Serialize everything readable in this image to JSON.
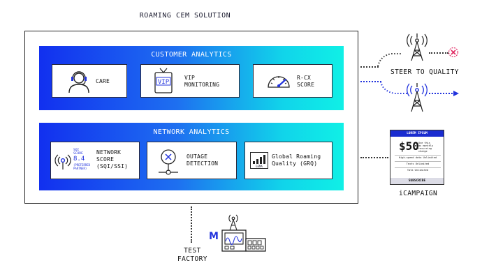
{
  "title": "ROAMING CEM SOLUTION",
  "customer_analytics": {
    "title": "CUSTOMER ANALYTICS",
    "items": [
      {
        "label": "CARE",
        "icon": "agent-headset-icon"
      },
      {
        "label": "VIP\nMONITORING",
        "icon": "vip-badge-icon",
        "badge": "VIP"
      },
      {
        "label": "R-CX\nSCORE",
        "icon": "speedometer-icon"
      }
    ]
  },
  "network_analytics": {
    "title": "NETWORK ANALYTICS",
    "items": [
      {
        "label": "NETWORK\nSCORE\n(SQI/SSI)",
        "icon": "signal-score-icon",
        "mini": {
          "line1": "SQI",
          "line2": "SCORE",
          "value": "8.4",
          "line3": "(PREFERRED\nPARTNER)"
        }
      },
      {
        "label": "OUTAGE\nDETECTION",
        "icon": "outage-x-icon"
      },
      {
        "label": "Global Roaming\nQuality (GRQ)",
        "icon": "gsma-logo-icon",
        "logo_text": "GSMA"
      }
    ]
  },
  "steer": {
    "label": "STEER TO QUALITY"
  },
  "campaign": {
    "label": "iCAMPAIGN",
    "card": {
      "header": "LOREM IPSUM",
      "price": "$50",
      "price_note": "Use this\nas monthly\nrecurring\ncharge",
      "rows": [
        "High-speed data Unlimited",
        "Texts Unlimited",
        "Talk Unlimited"
      ],
      "button": "SUBSCRIBE"
    }
  },
  "test_factory": {
    "label": "TEST\nFACTORY",
    "logo": "M"
  },
  "colors": {
    "band_start": "#1230ef",
    "band_end": "#10f0e6",
    "accent_blue": "#2233dd",
    "stop_red": "#e0245e"
  }
}
